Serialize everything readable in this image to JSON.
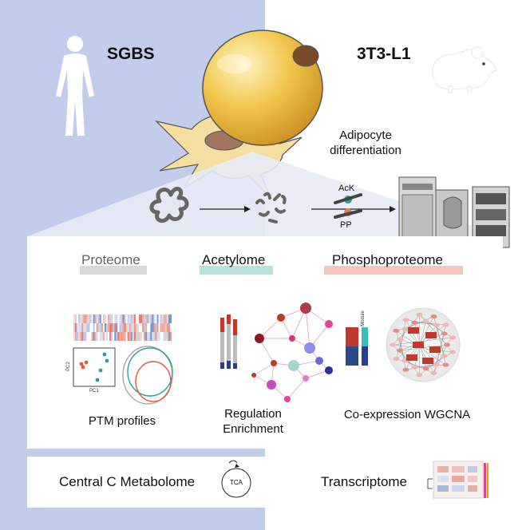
{
  "top": {
    "left_species": "SGBS",
    "right_species": "3T3-L1",
    "process_line1": "Adipocyte",
    "process_line2": "differentiation",
    "ptm_ack": "AcK",
    "ptm_pp": "PP"
  },
  "panel": {
    "headers": [
      "Proteome",
      "Acetylome",
      "Phosphoproteome"
    ],
    "header_colors": [
      "#d9d9d9",
      "#b9e3da",
      "#f6c6bd"
    ],
    "captions": {
      "ptm_profiles": "PTM profiles",
      "regulation_line1": "Regulation",
      "regulation_line2": "Enrichment",
      "coexpression": "Co-expression WGCNA"
    },
    "pca": {
      "pc1": "PC1",
      "pc2": "PC2"
    },
    "module_label": "Module"
  },
  "bottom": {
    "metabolome": "Central C Metabolome",
    "tca": "TCA",
    "transcriptome": "Transcriptome"
  },
  "colors": {
    "bg_left": "#8ea3dc",
    "bg_right": "#c7d2f3",
    "fat_cell": "#e9b53a",
    "preadipocyte": "#f3dfa0",
    "accent_red": "#c0392b",
    "accent_teal": "#2aa198"
  },
  "icons": [
    "human-icon",
    "mouse-icon",
    "fat-cell-icon",
    "preadipocyte-icon",
    "protein-icon",
    "peptides-icon",
    "mass-spec-icon",
    "heatmap-icon",
    "pca-plot-icon",
    "venn-icon",
    "network-icon",
    "wgcna-network-icon",
    "tca-cycle-icon",
    "transcriptome-heatmap-icon"
  ]
}
